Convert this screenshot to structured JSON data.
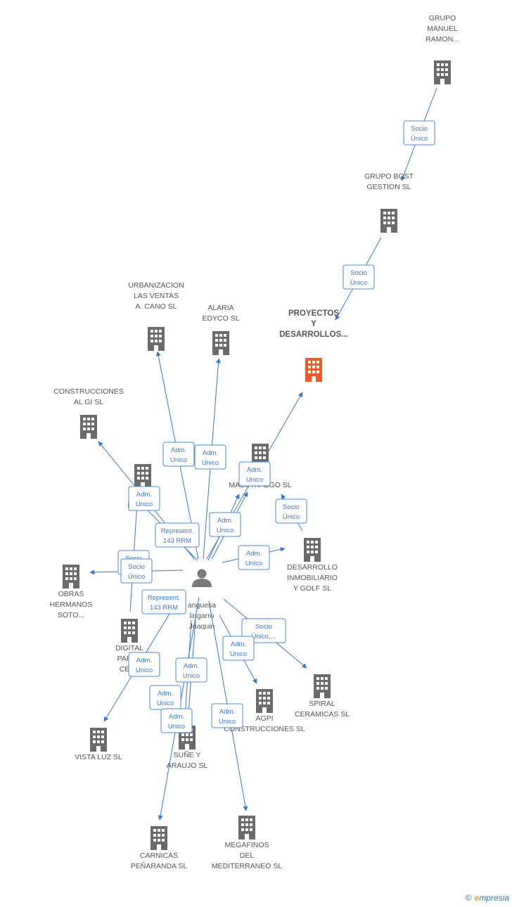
{
  "colors": {
    "building": "#6b6b6b",
    "focus": "#f05a28",
    "edge": "#3a78c9",
    "person": "#7a7a7a"
  },
  "nodes": [
    {
      "id": "grupo_manuel",
      "type": "building",
      "lines": [
        "GRUPO",
        "MANUEL",
        "RAMON..."
      ]
    },
    {
      "id": "grupo_bost",
      "type": "building",
      "lines": [
        "GRUPO BOST",
        "GESTION  SL"
      ]
    },
    {
      "id": "proyectos",
      "type": "building",
      "focus": true,
      "lines": [
        "PROYECTOS",
        "Y",
        "DESARROLLOS..."
      ]
    },
    {
      "id": "urbanizacion",
      "type": "building",
      "lines": [
        "URBANIZACION",
        "LAS VENTAS",
        "A.  CANO SL"
      ]
    },
    {
      "id": "alaria",
      "type": "building",
      "lines": [
        "ALARIA",
        "EDYCO SL"
      ]
    },
    {
      "id": "construcciones_algi",
      "type": "building",
      "lines": [
        "CONSTRUCCIONES",
        "AL GI SL"
      ]
    },
    {
      "id": "maestrazgo",
      "type": "building",
      "lines": [
        "J      DEL",
        "MAESTRAZGO SL"
      ]
    },
    {
      "id": "parks",
      "type": "building",
      "lines": [
        "PARK          SL"
      ]
    },
    {
      "id": "desarrollo_golf",
      "type": "building",
      "lines": [
        "DESARROLLO",
        "INMOBILIARIO",
        "Y GOLF SL"
      ]
    },
    {
      "id": "obras",
      "type": "building",
      "lines": [
        "OBRAS",
        "HERMANOS",
        "SOTO..."
      ]
    },
    {
      "id": "digital",
      "type": "building",
      "lines": [
        "DIGITAL",
        "PARKS",
        "CENT"
      ]
    },
    {
      "id": "spiral",
      "type": "building",
      "lines": [
        "SPIRAL",
        "CERAMICAS SL"
      ]
    },
    {
      "id": "agpi",
      "type": "building",
      "lines": [
        "AGPI",
        "CONSTRUCCIONES SL"
      ]
    },
    {
      "id": "vista_luz",
      "type": "building",
      "lines": [
        "VISTA LUZ SL"
      ]
    },
    {
      "id": "sune",
      "type": "building",
      "lines": [
        "SUÑE Y",
        "ARAUJO SL"
      ]
    },
    {
      "id": "carnicas",
      "type": "building",
      "lines": [
        "CARNICAS",
        "PEÑARANDA  SL"
      ]
    },
    {
      "id": "megafinos",
      "type": "building",
      "lines": [
        "MEGAFINOS",
        "DEL",
        "MEDITERRANEO SL"
      ]
    },
    {
      "id": "person",
      "type": "person",
      "lines": [
        "anguesa",
        "lingarro",
        "Joaquin"
      ]
    }
  ],
  "edge_labels": [
    {
      "id": "l1",
      "lines": [
        "Socio",
        "Único"
      ]
    },
    {
      "id": "l2",
      "lines": [
        "Socio",
        "Único"
      ]
    },
    {
      "id": "l3",
      "lines": [
        "Adm.",
        "Unico"
      ]
    },
    {
      "id": "l4",
      "lines": [
        "Adm.",
        "Unico"
      ]
    },
    {
      "id": "l5",
      "lines": [
        "Adm.",
        "Unico"
      ]
    },
    {
      "id": "l6",
      "lines": [
        "Adm.",
        "Unico"
      ]
    },
    {
      "id": "l7",
      "lines": [
        "Socio",
        "Único"
      ]
    },
    {
      "id": "l8",
      "lines": [
        "Represent.",
        "143 RRM"
      ]
    },
    {
      "id": "l9",
      "lines": [
        "Adm.",
        "Unico"
      ]
    },
    {
      "id": "l10",
      "lines": [
        "Adm.",
        "Unico"
      ]
    },
    {
      "id": "l11",
      "lines": [
        "Socio",
        "Único"
      ]
    },
    {
      "id": "l12",
      "lines": [
        "Socio",
        "Único"
      ]
    },
    {
      "id": "l13",
      "lines": [
        "Represent.",
        "143 RRM"
      ]
    },
    {
      "id": "l14",
      "lines": [
        "Socio",
        "Único,..."
      ]
    },
    {
      "id": "l15",
      "lines": [
        "Adm.",
        "Unico"
      ]
    },
    {
      "id": "l16",
      "lines": [
        "Adm.",
        "Unico"
      ]
    },
    {
      "id": "l17",
      "lines": [
        "Adm.",
        "Unico"
      ]
    },
    {
      "id": "l18",
      "lines": [
        "Adm.",
        "Unico"
      ]
    },
    {
      "id": "l19",
      "lines": [
        "Adm.",
        "Unico"
      ]
    },
    {
      "id": "l20",
      "lines": [
        "Adm.",
        "Unico"
      ]
    }
  ],
  "brand": {
    "copyright": "©",
    "initial": "e",
    "name": "mpresia"
  }
}
